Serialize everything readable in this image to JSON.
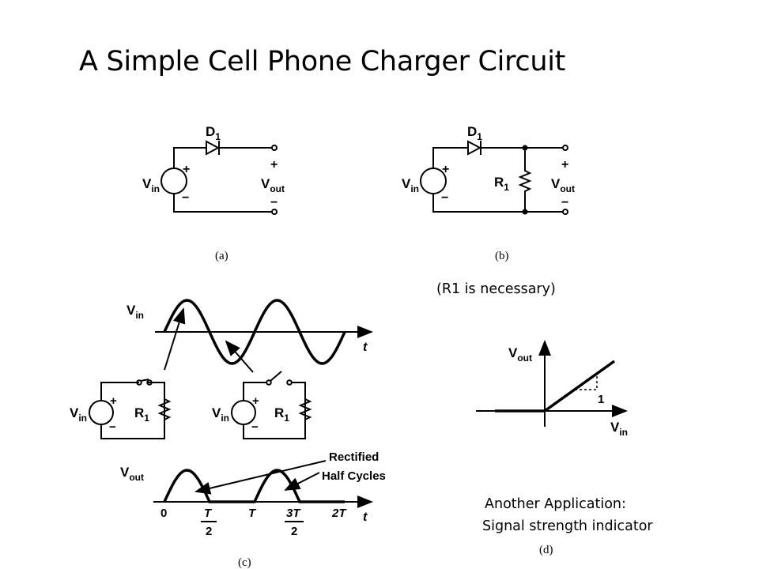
{
  "slide": {
    "title": "A Simple Cell Phone Charger Circuit",
    "note_r1": "(R1 is necessary)",
    "note_app_line1": "Another Application:",
    "note_app_line2": "Signal strength indicator"
  },
  "circuit_a": {
    "caption": "(a)",
    "diode": {
      "main": "D",
      "sub": "1"
    },
    "vin": {
      "main": "V",
      "sub": "in"
    },
    "vout": {
      "main": "V",
      "sub": "out"
    },
    "plus": "+",
    "minus": "−"
  },
  "circuit_b": {
    "caption": "(b)",
    "diode": {
      "main": "D",
      "sub": "1"
    },
    "vin": {
      "main": "V",
      "sub": "in"
    },
    "resistor": {
      "main": "R",
      "sub": "1"
    },
    "vout": {
      "main": "V",
      "sub": "out"
    },
    "plus": "+",
    "minus": "−"
  },
  "figure_c": {
    "caption": "(c)",
    "vin": {
      "main": "V",
      "sub": "in"
    },
    "vout": {
      "main": "V",
      "sub": "out"
    },
    "t_label": "t",
    "resistor": {
      "main": "R",
      "sub": "1"
    },
    "annotation_line1": "Rectified",
    "annotation_line2": "Half Cycles",
    "ticks": {
      "zero": "0",
      "t_over_2_num": "T",
      "t_over_2_den": "2",
      "t": "T",
      "three_t_num": "3T",
      "three_t_den": "2",
      "two_t": "2T"
    },
    "plus": "+",
    "minus": "−"
  },
  "figure_d": {
    "caption": "(d)",
    "vout": {
      "main": "V",
      "sub": "out"
    },
    "vin": {
      "main": "V",
      "sub": "in"
    },
    "slope": "1"
  }
}
